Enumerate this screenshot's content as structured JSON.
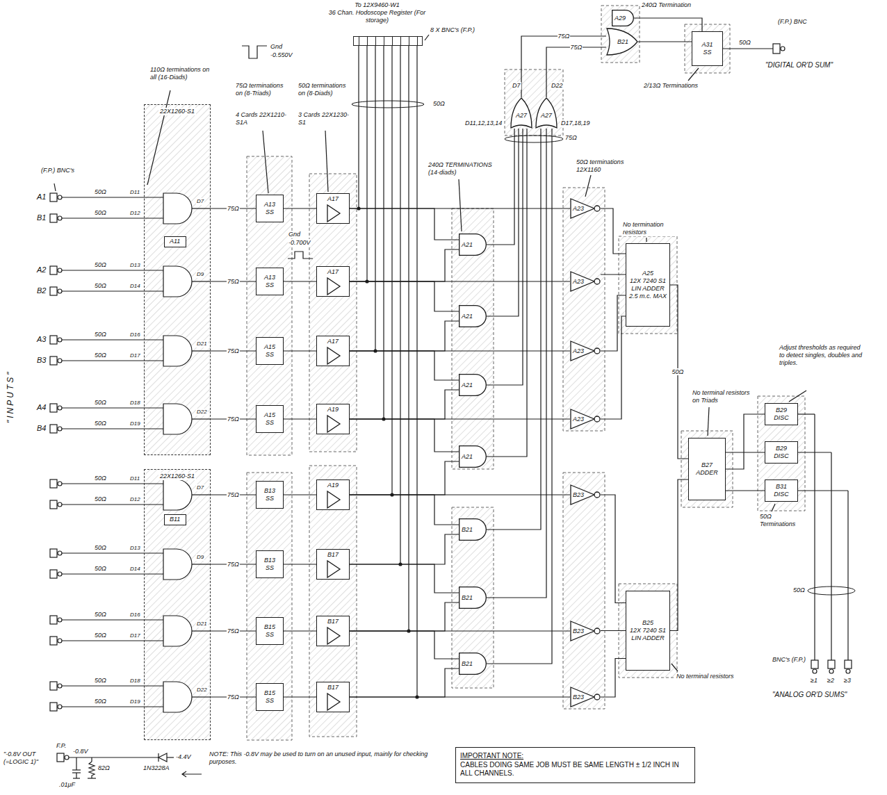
{
  "diagram": {
    "nodes": [
      {
        "text": [
          "To 12X9460-W1",
          "36 Chan. Hodoscope Register (For storage)"
        ]
      },
      {
        "text": [
          "22X1260-S1"
        ]
      },
      {
        "text": [
          "A11"
        ],
        "in": 1
      },
      {
        "text": [
          "22X1260-S1"
        ]
      },
      {
        "text": [
          "B11"
        ],
        "in": 3
      },
      {
        "text": [
          "A13",
          "SS"
        ]
      },
      {
        "text": [
          "A13",
          "SS"
        ]
      },
      {
        "text": [
          "A15",
          "SS"
        ]
      },
      {
        "text": [
          "A15",
          "SS"
        ]
      },
      {
        "text": [
          "B13",
          "SS"
        ]
      },
      {
        "text": [
          "B13",
          "SS"
        ]
      },
      {
        "text": [
          "B15",
          "SS"
        ]
      },
      {
        "text": [
          "B15",
          "SS"
        ]
      },
      {
        "text": [
          "A17"
        ]
      },
      {
        "text": [
          "A17"
        ]
      },
      {
        "text": [
          "A17"
        ]
      },
      {
        "text": [
          "A19"
        ]
      },
      {
        "text": [
          "A19"
        ]
      },
      {
        "text": [
          "B17"
        ]
      },
      {
        "text": [
          "B17"
        ]
      },
      {
        "text": [
          "B17"
        ]
      },
      {
        "text": [
          "A21"
        ]
      },
      {
        "text": [
          "A21"
        ]
      },
      {
        "text": [
          "A21"
        ]
      },
      {
        "text": [
          "A21"
        ]
      },
      {
        "text": [
          "B21"
        ]
      },
      {
        "text": [
          "B21"
        ]
      },
      {
        "text": [
          "B21"
        ]
      },
      {
        "text": [
          "A23"
        ]
      },
      {
        "text": [
          "A23"
        ]
      },
      {
        "text": [
          "A23"
        ]
      },
      {
        "text": [
          "A23"
        ]
      },
      {
        "text": [
          "B23"
        ]
      },
      {
        "text": [
          "B23"
        ]
      },
      {
        "text": [
          "B23"
        ]
      },
      {
        "text": [
          "A25",
          "12X 7240 S1",
          "LIN ADDER",
          "2.5 m.c. MAX"
        ]
      },
      {
        "text": [
          "B25",
          "12X 7240 S1",
          "LIN ADDER"
        ]
      },
      {
        "text": [
          "B27",
          "ADDER"
        ]
      },
      {
        "text": [
          "B29",
          "DISC"
        ]
      },
      {
        "text": [
          "B29",
          "DISC"
        ]
      },
      {
        "text": [
          "B31",
          "DISC"
        ]
      },
      {
        "text": [
          "A27"
        ]
      },
      {
        "text": [
          "A27"
        ]
      },
      {
        "text": [
          "B21"
        ]
      },
      {
        "text": [
          "A29"
        ]
      },
      {
        "text": [
          "A31",
          "SS"
        ]
      },
      {
        "text": [
          "IMPORTANT NOTE:",
          "CABLES DOING SAME JOB MUST BE SAME LENGTH ± 1/2 INCH IN ALL CHANNELS."
        ]
      }
    ],
    "edges": [
      {
        "from": 1,
        "to": 5,
        "arrow": "none",
        "label": "75Ω"
      },
      {
        "from": 1,
        "to": 6,
        "arrow": "none",
        "label": "75Ω"
      },
      {
        "from": 1,
        "to": 7,
        "arrow": "none",
        "label": "75Ω"
      },
      {
        "from": 1,
        "to": 8,
        "arrow": "none",
        "label": "75Ω"
      },
      {
        "from": 3,
        "to": 9,
        "arrow": "none",
        "label": "75Ω"
      },
      {
        "from": 3,
        "to": 10,
        "arrow": "none",
        "label": "75Ω"
      },
      {
        "from": 3,
        "to": 11,
        "arrow": "none",
        "label": "75Ω"
      },
      {
        "from": 3,
        "to": 12,
        "arrow": "none",
        "label": "75Ω"
      },
      {
        "from": 5,
        "to": 13,
        "arrow": "none"
      },
      {
        "from": 6,
        "to": 14,
        "arrow": "none"
      },
      {
        "from": 7,
        "to": 15,
        "arrow": "none"
      },
      {
        "from": 8,
        "to": 16,
        "arrow": "none"
      },
      {
        "from": 9,
        "to": 17,
        "arrow": "none"
      },
      {
        "from": 10,
        "to": 18,
        "arrow": "none"
      },
      {
        "from": 11,
        "to": 19,
        "arrow": "none"
      },
      {
        "from": 12,
        "to": 20,
        "arrow": "none"
      },
      {
        "from": 13,
        "to": 28,
        "arrow": "none"
      },
      {
        "from": 14,
        "to": 29,
        "arrow": "none"
      },
      {
        "from": 15,
        "to": 30,
        "arrow": "none"
      },
      {
        "from": 16,
        "to": 31,
        "arrow": "none"
      },
      {
        "from": 17,
        "to": 32,
        "arrow": "none"
      },
      {
        "from": 19,
        "to": 33,
        "arrow": "none"
      },
      {
        "from": 20,
        "to": 34,
        "arrow": "none"
      },
      {
        "from": 13,
        "to": 21,
        "arrow": "none"
      },
      {
        "from": 14,
        "to": 21,
        "arrow": "none"
      },
      {
        "from": 14,
        "to": 22,
        "arrow": "none"
      },
      {
        "from": 15,
        "to": 22,
        "arrow": "none"
      },
      {
        "from": 15,
        "to": 23,
        "arrow": "none"
      },
      {
        "from": 16,
        "to": 23,
        "arrow": "none"
      },
      {
        "from": 16,
        "to": 24,
        "arrow": "none"
      },
      {
        "from": 17,
        "to": 24,
        "arrow": "none"
      },
      {
        "from": 17,
        "to": 25,
        "arrow": "none"
      },
      {
        "from": 18,
        "to": 25,
        "arrow": "none"
      },
      {
        "from": 18,
        "to": 26,
        "arrow": "none"
      },
      {
        "from": 19,
        "to": 26,
        "arrow": "none"
      },
      {
        "from": 19,
        "to": 27,
        "arrow": "none"
      },
      {
        "from": 20,
        "to": 27,
        "arrow": "none"
      },
      {
        "from": 21,
        "to": 41,
        "arrow": "none"
      },
      {
        "from": 22,
        "to": 41,
        "arrow": "none"
      },
      {
        "from": 23,
        "to": 41,
        "arrow": "none"
      },
      {
        "from": 24,
        "to": 41,
        "arrow": "none"
      },
      {
        "from": 25,
        "to": 42,
        "arrow": "none"
      },
      {
        "from": 26,
        "to": 42,
        "arrow": "none"
      },
      {
        "from": 27,
        "to": 42,
        "arrow": "none"
      },
      {
        "from": 41,
        "to": 43,
        "arrow": "none",
        "label": "75Ω"
      },
      {
        "from": 42,
        "to": 43,
        "arrow": "none",
        "label": "75Ω"
      },
      {
        "from": 43,
        "to": 45,
        "arrow": "none"
      },
      {
        "from": 44,
        "to": 45,
        "arrow": "none"
      },
      {
        "from": 28,
        "to": 35,
        "arrow": "none"
      },
      {
        "from": 29,
        "to": 35,
        "arrow": "none"
      },
      {
        "from": 30,
        "to": 35,
        "arrow": "none"
      },
      {
        "from": 31,
        "to": 35,
        "arrow": "none"
      },
      {
        "from": 32,
        "to": 36,
        "arrow": "none"
      },
      {
        "from": 33,
        "to": 36,
        "arrow": "none"
      },
      {
        "from": 34,
        "to": 36,
        "arrow": "none"
      },
      {
        "from": 35,
        "to": 37,
        "arrow": "none",
        "label": "50Ω"
      },
      {
        "from": 36,
        "to": 37,
        "arrow": "none"
      },
      {
        "from": 37,
        "to": 38,
        "arrow": "none"
      },
      {
        "from": 37,
        "to": 39,
        "arrow": "none"
      },
      {
        "from": 37,
        "to": 40,
        "arrow": "none"
      }
    ],
    "labels": [
      "(F.P.) BNC's",
      "A1",
      "B1",
      "A2",
      "B2",
      "A3",
      "B3",
      "A4",
      "B4",
      "50Ω",
      "50Ω",
      "50Ω",
      "50Ω",
      "50Ω",
      "50Ω",
      "50Ω",
      "50Ω",
      "50Ω",
      "50Ω",
      "50Ω",
      "50Ω",
      "50Ω",
      "50Ω",
      "50Ω",
      "50Ω",
      "\"INPUTS\"",
      "110Ω terminations on all (16-Diads)",
      "D11",
      "D12",
      "D13",
      "D14",
      "D16",
      "D17",
      "D18",
      "D19",
      "D11",
      "D12",
      "D13",
      "D14",
      "D16",
      "D17",
      "D18",
      "D19",
      "D7",
      "D9",
      "D21",
      "D22",
      "D7",
      "D9",
      "D21",
      "D22",
      "75Ω terminations on (8-Triads)",
      "4 Cards 22X1210-S1A",
      "50Ω terminations on (8-Diads)",
      "3 Cards 22X1230-S1",
      "Gnd",
      "-0.550V",
      "Gnd",
      "-0.700V",
      "8 X BNC's (F.P.)",
      "240Ω Termination",
      "2/13Ω Terminations",
      "D11,12,13,14",
      "D17,18,19",
      "D7",
      "D22",
      "75Ω",
      "50Ω",
      "240Ω TERMINATIONS (14-diads)",
      "50Ω terminations 12X1160",
      "No termination resistors",
      "No terminal resistors on Triads",
      "Adjust thresholds as required to detect singles, doubles and triples.",
      "50Ω Terminations",
      "50Ω",
      "BNC's (F.P.)",
      "≥1",
      "≥2",
      "≥3",
      "\"ANALOG OR'D SUMS\"",
      "No terminal resistors",
      "(F.P.) BNC",
      "\"DIGITAL OR'D SUM\"",
      "50Ω",
      "\"-0.8V OUT (=LOGIC 1)\"",
      "F.P.",
      "-0.8V",
      "-4.4V",
      "1N3228A",
      "82Ω",
      ".01μF",
      "NOTE: This -0.8V may be used to turn on an unused input, mainly for checking purposes."
    ]
  }
}
